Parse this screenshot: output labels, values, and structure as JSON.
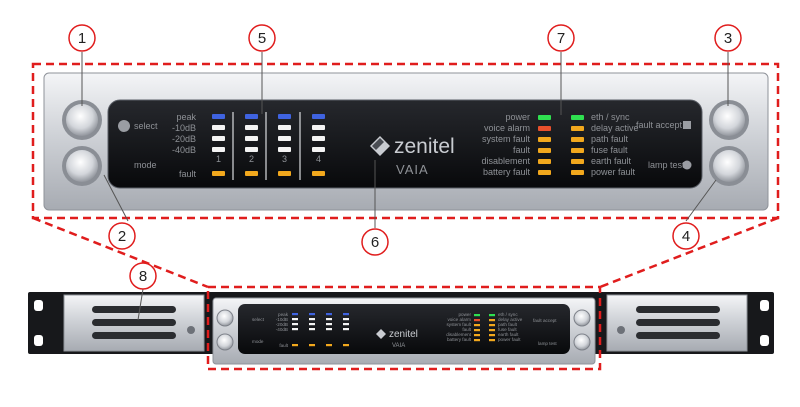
{
  "brand": "zenitel",
  "model": "VAIA",
  "callouts": [
    "1",
    "2",
    "3",
    "4",
    "5",
    "6",
    "7",
    "8"
  ],
  "controls": {
    "select": "select",
    "mode": "mode",
    "fault_accept": "fault accept",
    "lamp_test": "lamp test"
  },
  "channel_levels": [
    "peak",
    "-10dB",
    "-20dB",
    "-40dB"
  ],
  "channel_numbers": [
    "1",
    "2",
    "3",
    "4"
  ],
  "channel_fault": "fault",
  "status_left": [
    "power",
    "voice alarm",
    "system fault",
    "fault",
    "disablement",
    "battery fault"
  ],
  "status_right": [
    "eth / sync",
    "delay active",
    "path fault",
    "fuse fault",
    "earth fault",
    "power fault"
  ],
  "colors": {
    "blue": "#3f63e0",
    "white": "#f4f4f4",
    "amber": "#f2a81d",
    "green": "#2fe050",
    "red": "#e8502c",
    "callout_line": "#e01d1d"
  },
  "status_left_led_colors": [
    "green",
    "red",
    "amber",
    "amber",
    "amber",
    "amber"
  ],
  "status_right_led_colors": [
    "green",
    "amber",
    "amber",
    "amber",
    "amber",
    "amber"
  ]
}
